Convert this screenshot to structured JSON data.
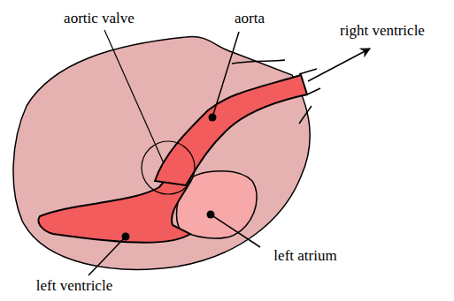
{
  "diagram": {
    "labels": [
      "aortic valve",
      "aorta",
      "right ventricle",
      "left atrium",
      "left ventricle"
    ]
  }
}
